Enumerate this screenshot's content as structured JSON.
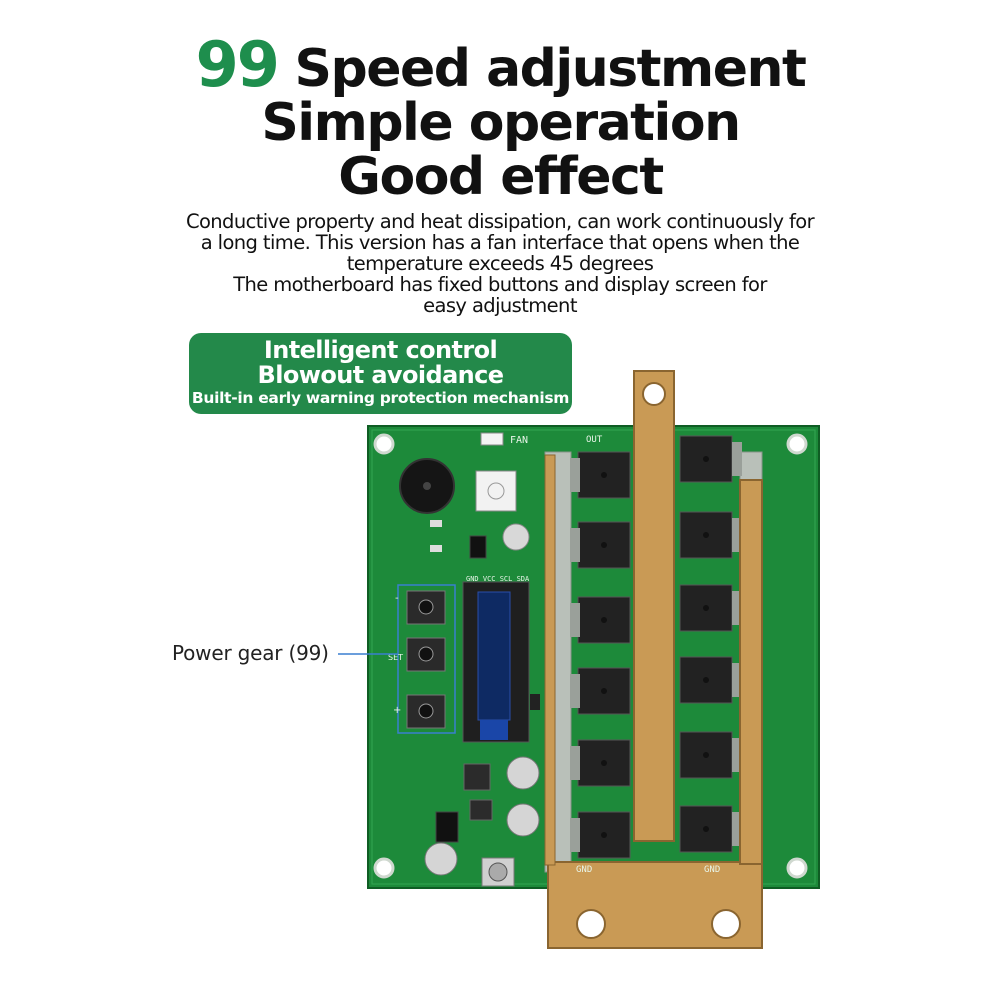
{
  "headline": {
    "number": "99",
    "line1_rest": "Speed adjustment",
    "line2": "Simple operation",
    "line3": "Good effect"
  },
  "description": [
    "Conductive property and heat dissipation, can work continuously for",
    "a long time. This version has a fan interface that opens when the",
    "temperature exceeds 45 degrees",
    "The motherboard has fixed buttons and display screen for",
    "easy adjustment"
  ],
  "badge": {
    "line1": "Intelligent control",
    "line2": "Blowout avoidance",
    "line3": "Built-in early warning protection mechanism"
  },
  "callout": {
    "label": "Power gear (99)"
  },
  "board": {
    "fan_label": "FAN",
    "out_label": "OUT",
    "gnd_label": "GND",
    "oled_pins": "GND VCC SCL SDA",
    "buttons": [
      "-",
      "SET",
      "+"
    ]
  },
  "colors": {
    "accent_green": "#1e8e4d",
    "badge_green": "#23894a",
    "pcb_green": "#1d8a3a",
    "copper": "#c99a55"
  }
}
